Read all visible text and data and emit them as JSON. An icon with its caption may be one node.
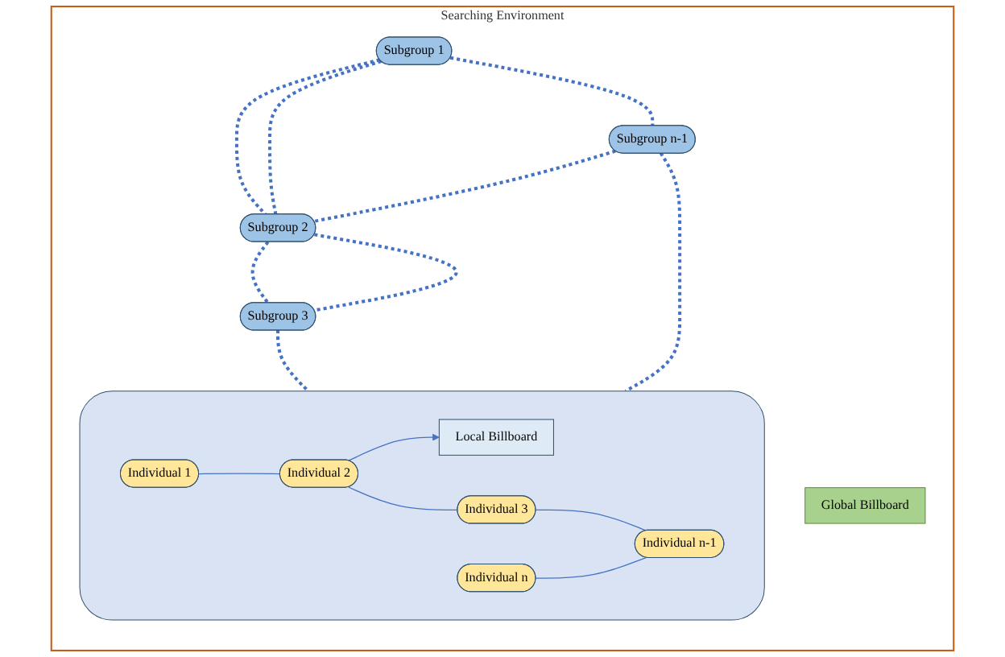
{
  "diagram": {
    "nodes": [
      {
        "text": [
          "Searching Environment"
        ]
      },
      {
        "text": [
          "Global Billboard"
        ],
        "in": 0
      },
      {
        "text": [
          "Subgroup 1"
        ],
        "in": 0
      },
      {
        "text": [
          "Subgroup n-1"
        ],
        "in": 0
      },
      {
        "text": [
          "Subgroup 2"
        ],
        "in": 0
      },
      {
        "text": [
          "Subgroup 3"
        ],
        "in": 0
      },
      {
        "text": [],
        "shape": "box",
        "in": 0
      },
      {
        "text": [
          "Local Billboard"
        ],
        "in": 6
      },
      {
        "text": [
          "Individual 1"
        ],
        "in": 6
      },
      {
        "text": [
          "Individual n"
        ],
        "in": 6
      },
      {
        "text": [
          "Individual 2"
        ],
        "in": 6
      },
      {
        "text": [
          "Individual n-1"
        ],
        "in": 6
      },
      {
        "text": [
          "Individual 3"
        ],
        "in": 6
      }
    ],
    "edges": [
      {
        "from": 2,
        "to": 3,
        "arrow": "none",
        "style": "dashed"
      },
      {
        "from": 2,
        "to": 4,
        "arrow": "none",
        "style": "dashed"
      },
      {
        "from": 2,
        "to": 4,
        "arrow": "none",
        "style": "dashed"
      },
      {
        "from": 3,
        "to": 4,
        "arrow": "none",
        "style": "dashed"
      },
      {
        "from": 4,
        "to": 5,
        "arrow": "none",
        "style": "dashed"
      },
      {
        "from": 4,
        "to": 5,
        "arrow": "none",
        "style": "dashed"
      },
      {
        "from": 5,
        "to": 6,
        "arrow": "none",
        "style": "dashed"
      },
      {
        "from": 3,
        "to": 6,
        "arrow": "none",
        "style": "dashed"
      },
      {
        "from": 8,
        "to": 10,
        "arrow": "none"
      },
      {
        "from": 10,
        "to": 7,
        "arrow": "to"
      },
      {
        "from": 10,
        "to": 12,
        "arrow": "none"
      },
      {
        "from": 12,
        "to": 11,
        "arrow": "none"
      },
      {
        "from": 9,
        "to": 11,
        "arrow": "none"
      }
    ]
  }
}
